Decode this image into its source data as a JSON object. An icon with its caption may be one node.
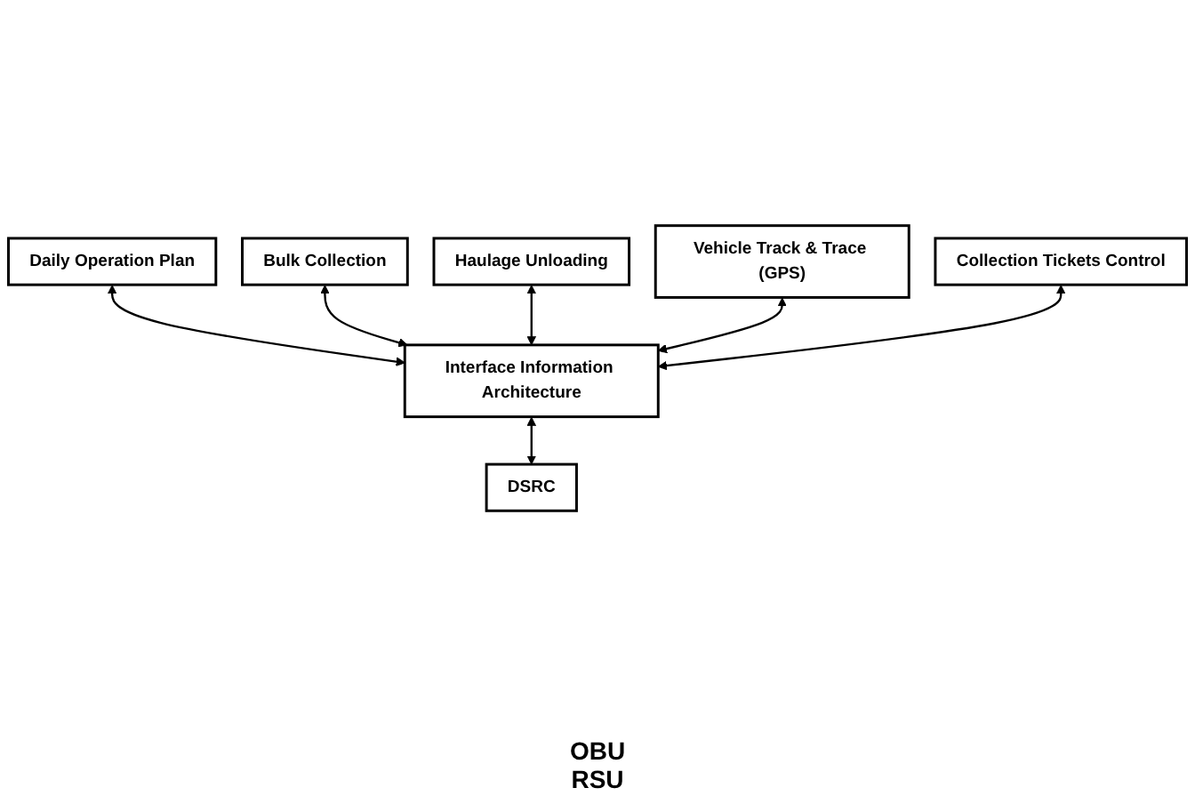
{
  "diagram": {
    "nodes": [
      {
        "text": [
          "Bulk Collection"
        ]
      },
      {
        "text": [
          "Vehicle Track & Trace (GPS)"
        ]
      },
      {
        "text": [
          "Daily Operation Plan"
        ]
      },
      {
        "text": [
          "Haulage Unloading"
        ]
      },
      {
        "text": [
          "Collection Tickets Control"
        ]
      },
      {
        "text": [
          "Interface Information Architecture"
        ]
      },
      {
        "text": [
          "DSRC"
        ],
        "beside": [
          "OBU",
          "RSU"
        ]
      }
    ],
    "edges": [
      {
        "from": 2,
        "to": 5,
        "arrow": "both"
      },
      {
        "from": 0,
        "to": 5,
        "arrow": "both"
      },
      {
        "from": 3,
        "to": 5,
        "arrow": "both"
      },
      {
        "from": 1,
        "to": 5,
        "arrow": "both"
      },
      {
        "from": 4,
        "to": 5,
        "arrow": "both"
      },
      {
        "from": 5,
        "to": 6,
        "arrow": "both"
      }
    ]
  }
}
